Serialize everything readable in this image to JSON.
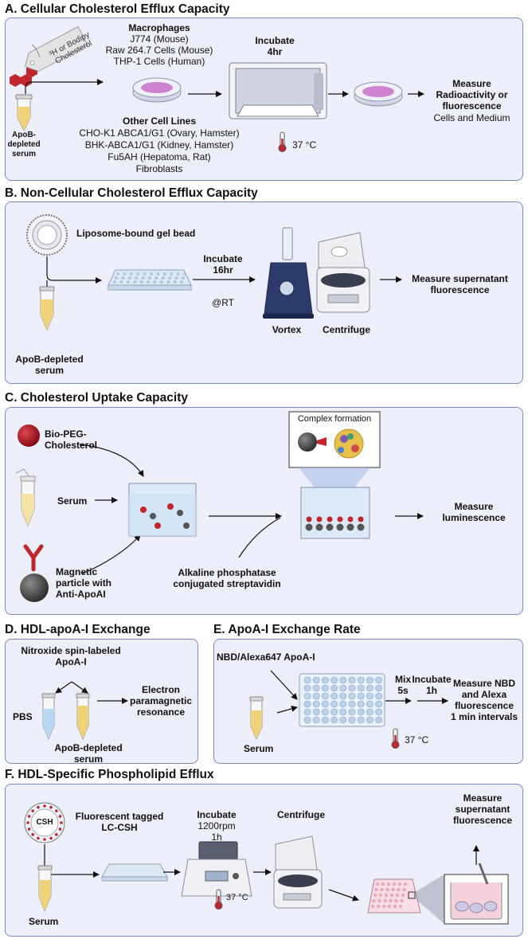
{
  "panels": {
    "a": {
      "title": "A. Cellular Cholesterol Efflux Capacity",
      "tag": "³H or Bodipy Cholesterol",
      "macrophages": "Macrophages",
      "mac_lines": [
        "J774 (Mouse)",
        "Raw 264.7 Cells (Mouse)",
        "THP-1 Cells (Human)"
      ],
      "other": "Other Cell Lines",
      "other_lines": [
        "CHO-K1 ABCA1/G1 (Ovary, Hamster)",
        "BHK-ABCA1/G1 (Kidney, Hamster)",
        "Fu5AH (Hepatoma, Rat)",
        "Fibroblasts"
      ],
      "incubate": [
        "Incubate",
        "4hr"
      ],
      "temp": "37 °C",
      "serum": [
        "ApoB-",
        "depleted",
        "serum"
      ],
      "measure": [
        "Measure",
        "Radioactivity or",
        "fluorescence"
      ],
      "measure_sub": "Cells and Medium"
    },
    "b": {
      "title": "B. Non-Cellular Cholesterol Efflux Capacity",
      "bead": "Liposome-bound gel bead",
      "incubate": [
        "Incubate",
        "16hr"
      ],
      "rt": "@RT",
      "vortex": "Vortex",
      "centrifuge": "Centrifuge",
      "measure": [
        "Measure supernatant",
        "fluorescence"
      ],
      "serum": [
        "ApoB-depleted",
        "serum"
      ]
    },
    "c": {
      "title": "C. Cholesterol Uptake Capacity",
      "bio": [
        "Bio-PEG-",
        "Cholesterol"
      ],
      "serum": "Serum",
      "magnetic": [
        "Magnetic",
        "particle with",
        "Anti-ApoAI"
      ],
      "alk": [
        "Alkaline phosphatase",
        "conjugated streptavidin"
      ],
      "complex": "Complex formation",
      "measure": [
        "Measure",
        "luminescence"
      ]
    },
    "d": {
      "title": "D. HDL-apoA-I Exchange",
      "nitroxide": [
        "Nitroxide spin-labeled",
        "ApoA-I"
      ],
      "pbs": "PBS",
      "serum": [
        "ApoB-depleted",
        "serum"
      ],
      "epr": [
        "Electron",
        "paramagnetic",
        "resonance"
      ]
    },
    "e": {
      "title": "E. ApoA-I Exchange Rate",
      "nbd": "NBD/Alexa647 ApoA-I",
      "mix": [
        "Mix",
        "5s"
      ],
      "incubate": [
        "Incubate",
        "1h"
      ],
      "temp": "37 °C",
      "measure": [
        "Measure NBD",
        "and Alexa",
        "fluorescence",
        "1 min intervals"
      ],
      "serum": "Serum"
    },
    "f": {
      "title": "F. HDL-Specific Phospholipid Efflux",
      "csh": "CSH",
      "fluor": [
        "Fluorescent tagged",
        "LC-CSH"
      ],
      "incubate": [
        "Incubate",
        "1200rpm",
        "1h"
      ],
      "temp": "37 °C",
      "centrifuge": "Centrifuge",
      "measure": [
        "Measure",
        "supernatant",
        "fluorescence"
      ],
      "serum": "Serum"
    }
  },
  "colors": {
    "panel_bg": "#eceef9",
    "panel_border": "#7b88c6",
    "serum_yellow": "#f0d27a",
    "dish_pink": "#c870c8",
    "bead_red": "#b0151f",
    "pbs_blue": "#b9d6f2"
  }
}
